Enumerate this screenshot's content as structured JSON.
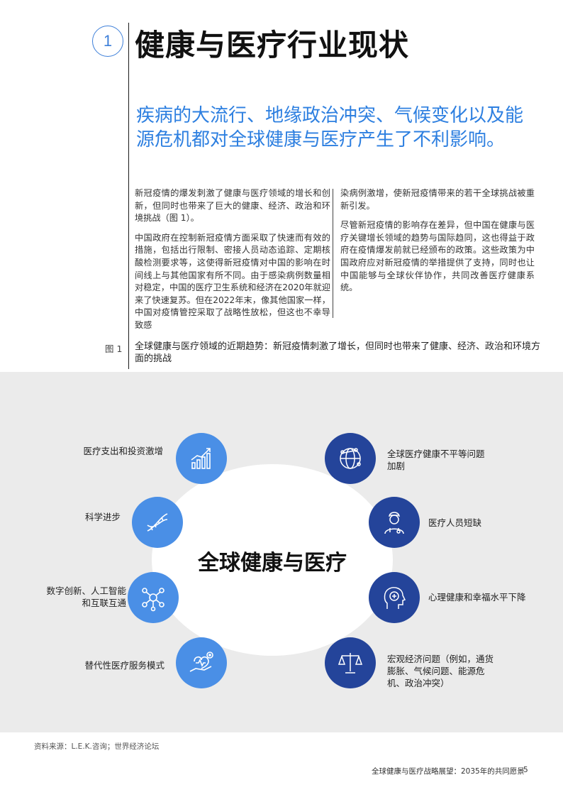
{
  "header": {
    "chapter_number": "1",
    "title": "健康与医疗行业现状",
    "subtitle": "疾病的大流行、地缘政治冲突、气候变化以及能源危机都对全球健康与医疗产生了不利影响。"
  },
  "body": {
    "col1": {
      "p1": "新冠疫情的爆发刺激了健康与医疗领域的增长和创新，但同时也带来了巨大的健康、经济、政治和环境挑战（图 1）。",
      "p2": "中国政府在控制新冠疫情方面采取了快速而有效的措施，包括出行限制、密接人员动态追踪、定期核酸检测要求等，这使得新冠疫情对中国的影响在时间线上与其他国家有所不同。由于感染病例数量相对稳定，中国的医疗卫生系统和经济在2020年就迎来了快速复苏。但在2022年末，像其他国家一样，中国对疫情管控采取了战略性放松，但这也不幸导致感"
    },
    "col2": {
      "p1": "染病例激增，使新冠疫情带来的若干全球挑战被重新引发。",
      "p2": "尽管新冠疫情的影响存在差异，但中国在健康与医疗关键增长领域的趋势与国际趋同，这也得益于政府在疫情爆发前就已经颁布的政策。这些政策为中国政府应对新冠疫情的举措提供了支持，同时也让中国能够与全球伙伴协作，共同改善医疗健康系统。"
    }
  },
  "figure": {
    "label": "图 1",
    "title": "全球健康与医疗领域的近期趋势：新冠疫情刺激了增长，但同时也带来了健康、经济、政治和环境方面的挑战",
    "center": "全球健康与医疗",
    "left_items": [
      {
        "label": "医疗支出和投资激增",
        "icon": "growth-chart-icon"
      },
      {
        "label": "科学进步",
        "icon": "dna-icon"
      },
      {
        "label": "数字创新、人工智能和互联互通",
        "icon": "network-icon"
      },
      {
        "label": "替代性医疗服务模式",
        "icon": "care-hand-icon"
      }
    ],
    "right_items": [
      {
        "label": "全球医疗健康不平等问题加剧",
        "icon": "globe-network-icon"
      },
      {
        "label": "医疗人员短缺",
        "icon": "nurse-icon"
      },
      {
        "label": "心理健康和幸福水平下降",
        "icon": "mind-health-icon"
      },
      {
        "label": "宏观经济问题（例如，通货膨胀、气候问题、能源危机、政治冲突）",
        "icon": "scales-icon"
      }
    ],
    "colors": {
      "light_node": "#4a8fe6",
      "dark_node": "#24449a",
      "accent": "#2d7fe0"
    }
  },
  "source": "资料来源：L.E.K.咨询；世界经济论坛",
  "footer": {
    "text": "全球健康与医疗战略展望：2035年的共同愿景",
    "page": "5"
  }
}
